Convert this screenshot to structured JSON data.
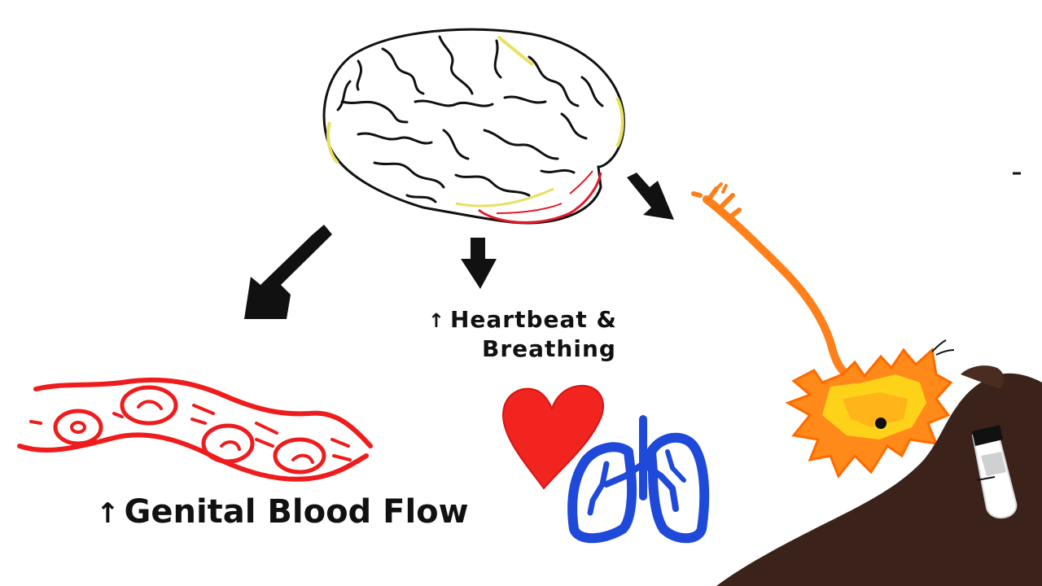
{
  "labels": {
    "heartbeat_line1": "Heartbeat &",
    "heartbeat_line2": "Breathing",
    "genital": "Genital Blood Flow",
    "up_arrow": "↑"
  },
  "colors": {
    "ink": "#111111",
    "blood": "#ee1c1c",
    "heart": "#f2241f",
    "lungs": "#1f49d8",
    "nerve": "#ff7f1a",
    "neuron_core": "#ffd21a",
    "skin": "#3b221a"
  },
  "icons": [
    "brain-icon",
    "blood-vessel-icon",
    "heart-icon",
    "lungs-icon",
    "neuron-icon",
    "hand-with-marker"
  ]
}
